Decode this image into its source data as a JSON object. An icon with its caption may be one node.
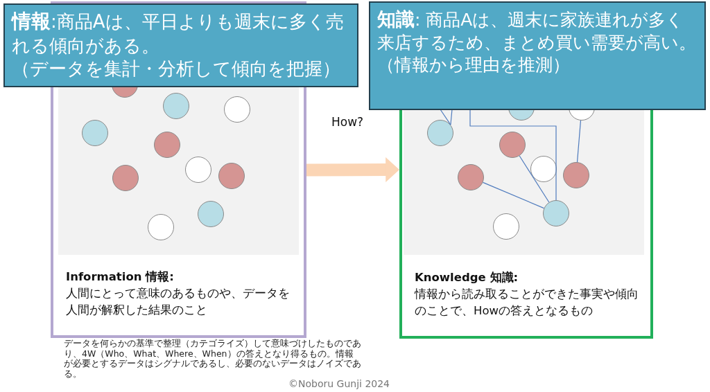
{
  "diagram": {
    "nodes": [
      {
        "text": [
          "Information 情報:",
          "人間にとって意味のあるものや、データを人間が解釈した結果のこと"
        ]
      },
      {
        "text": [
          "Knowledge 知識:",
          "情報から読み取ることができた事実や傾向のことで、Howの答えとなるもの"
        ]
      },
      {
        "text": [
          "**情報**:商品Aは、平日よりも週末に多く売れる傾向がある。",
          "（データを集計・分析して傾向を把握）"
        ]
      },
      {
        "text": [
          "**知識**: 商品Aは、週末に家族連れが多く来店するため、まとめ買い需要が高い。",
          "（情報から理由を推測）"
        ]
      },
      {
        "text": [],
        "shape": "circle",
        "in": 0
      },
      {
        "text": [],
        "shape": "circle",
        "in": 0
      },
      {
        "text": [],
        "shape": "circle",
        "in": 0
      },
      {
        "text": [],
        "shape": "circle",
        "in": 0
      },
      {
        "text": [],
        "shape": "circle",
        "in": 0
      },
      {
        "text": [],
        "shape": "circle",
        "in": 0
      },
      {
        "text": [],
        "shape": "circle",
        "in": 0
      },
      {
        "text": [],
        "shape": "circle",
        "in": 0
      },
      {
        "text": [],
        "shape": "circle",
        "in": 0
      },
      {
        "text": [],
        "shape": "circle",
        "in": 0
      },
      {
        "text": [],
        "shape": "circle",
        "in": 1
      },
      {
        "text": [],
        "shape": "circle",
        "in": 1
      },
      {
        "text": [],
        "shape": "circle",
        "in": 1
      },
      {
        "text": [],
        "shape": "circle",
        "in": 1
      },
      {
        "text": [],
        "shape": "circle",
        "in": 1
      },
      {
        "text": [],
        "shape": "circle",
        "in": 1
      },
      {
        "text": [],
        "shape": "circle",
        "in": 1
      },
      {
        "text": [],
        "shape": "circle",
        "in": 1
      },
      {
        "text": [],
        "shape": "circle",
        "in": 1
      }
    ],
    "edges": [
      {
        "from": 0,
        "to": 1,
        "arrow": "to",
        "label": "How?",
        "style": "thick",
        "color": "#fbd5b5"
      },
      {
        "from": 16,
        "to": 3,
        "arrow": "none"
      },
      {
        "from": 16,
        "to": 3,
        "arrow": "none"
      },
      {
        "from": 3,
        "to": 21,
        "arrow": "none"
      },
      {
        "from": 17,
        "to": 21,
        "arrow": "none"
      },
      {
        "from": 19,
        "to": 21,
        "arrow": "none"
      },
      {
        "from": 20,
        "to": 15,
        "arrow": "none"
      }
    ],
    "labels": [
      "データを何らかの基準で整理（カテゴライズ）して意味づけしたものであり、4W（Who、What、Where、When）の答えとなり得るもの。情報が必要とするデータはシグナルであるし、必要のないデータはノイズである。",
      "©Noboru Gunji 2024"
    ]
  }
}
